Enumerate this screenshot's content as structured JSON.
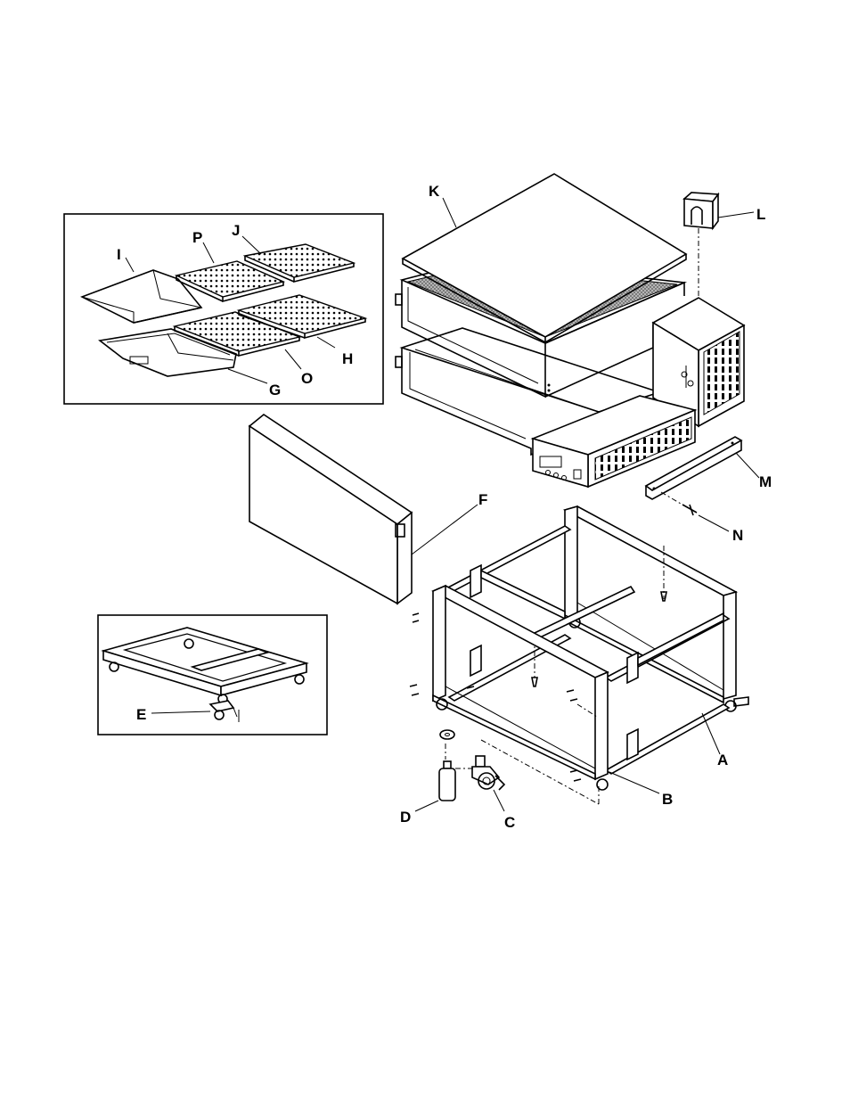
{
  "parts": {
    "A": "A",
    "B": "B",
    "C": "C",
    "D": "D",
    "E": "E",
    "F": "F",
    "G": "G",
    "H": "H",
    "I": "I",
    "J": "J",
    "K": "K",
    "L": "L",
    "M": "M",
    "N": "N",
    "O": "O",
    "P": "P"
  },
  "colors": {
    "line": "#000000",
    "background": "#ffffff"
  }
}
